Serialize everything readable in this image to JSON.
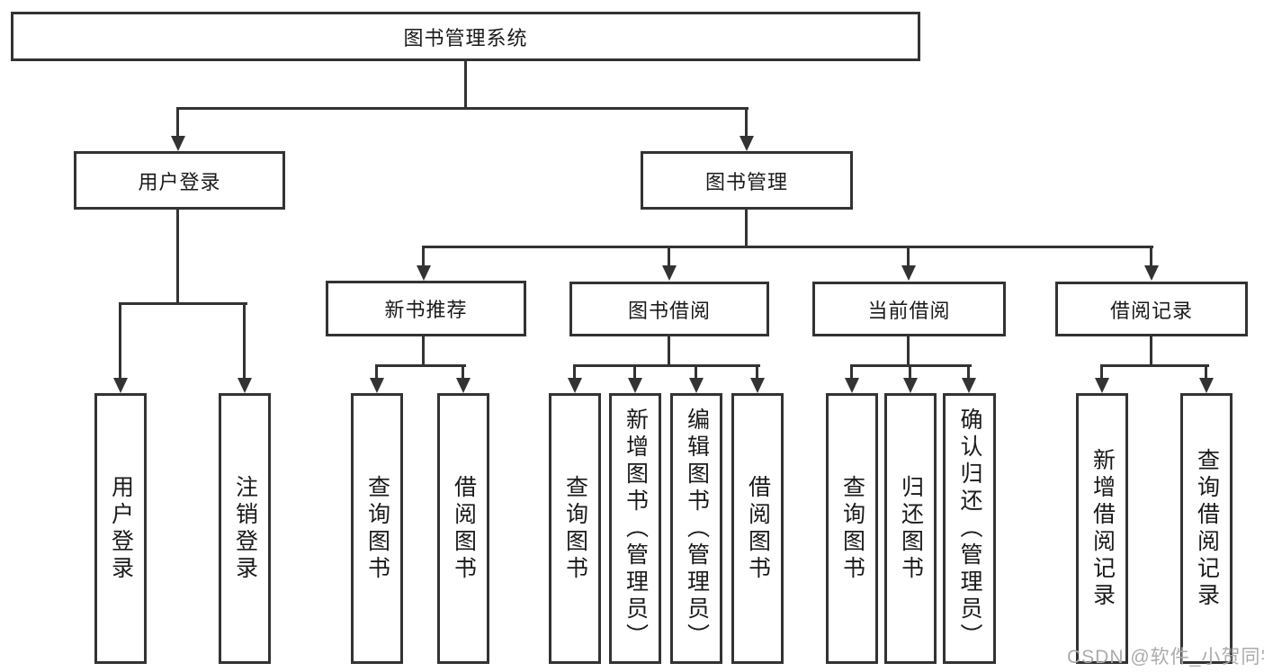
{
  "tree": {
    "root": {
      "label": "图书管理系统"
    },
    "level2": [
      {
        "label": "用户登录"
      },
      {
        "label": "图书管理"
      }
    ],
    "level3": [
      {
        "label": "新书推荐"
      },
      {
        "label": "图书借阅"
      },
      {
        "label": "当前借阅"
      },
      {
        "label": "借阅记录"
      }
    ],
    "leaves": {
      "user_login": [
        "用户登录",
        "注销登录"
      ],
      "new_book": [
        "查询图书",
        "借阅图书"
      ],
      "book_borrow": [
        "查询图书",
        "新增图书（管理员）",
        "编辑图书（管理员）",
        "借阅图书"
      ],
      "current_borrow": [
        "查询图书",
        "归还图书",
        "确认归还（管理员）"
      ],
      "borrow_record": [
        "新增借阅记录",
        "查询借阅记录"
      ]
    }
  },
  "watermark": {
    "text": "CSDN @软件_小贺同学"
  },
  "colors": {
    "line": "#333333",
    "box_border": "#333333",
    "box_fill": "#ffffff",
    "text": "#1a1a1a",
    "watermark": "#ababab",
    "background": "#ffffff"
  }
}
